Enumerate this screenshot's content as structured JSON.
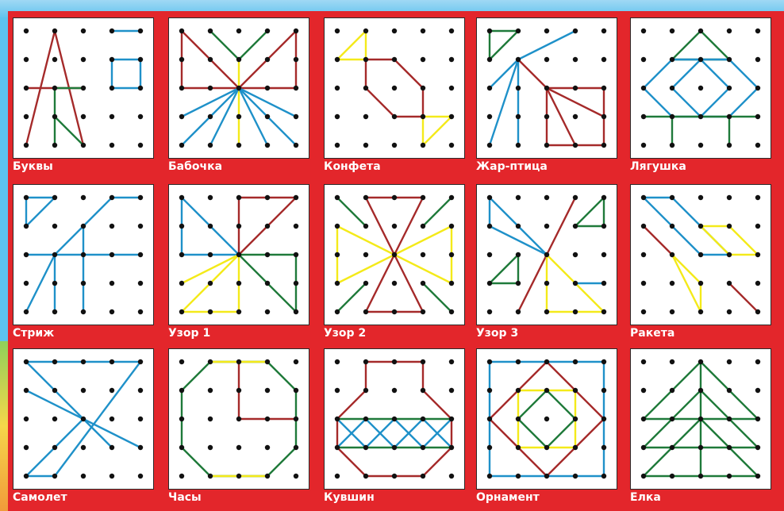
{
  "colors": {
    "red": "#a52a2a",
    "blue": "#1f91c9",
    "green": "#1f7a3a",
    "yellow": "#f4ea1a",
    "dot": "#111111",
    "board": "#ffffff",
    "poster": "#e3262b"
  },
  "cards": [
    {
      "label": "Буквы",
      "icon": "letters-pattern-icon"
    },
    {
      "label": "Бабочка",
      "icon": "butterfly-pattern-icon"
    },
    {
      "label": "Конфета",
      "icon": "candy-pattern-icon"
    },
    {
      "label": "Жар-птица",
      "icon": "firebird-pattern-icon"
    },
    {
      "label": "Лягушка",
      "icon": "frog-pattern-icon"
    },
    {
      "label": "Стриж",
      "icon": "swift-pattern-icon"
    },
    {
      "label": "Узор 1",
      "icon": "pattern-1-icon"
    },
    {
      "label": "Узор 2",
      "icon": "pattern-2-icon"
    },
    {
      "label": "Узор 3",
      "icon": "pattern-3-icon"
    },
    {
      "label": "Ракета",
      "icon": "rocket-pattern-icon"
    },
    {
      "label": "Самолет",
      "icon": "airplane-pattern-icon"
    },
    {
      "label": "Часы",
      "icon": "clock-pattern-icon"
    },
    {
      "label": "Кувшин",
      "icon": "jug-pattern-icon"
    },
    {
      "label": "Орнамент",
      "icon": "ornament-pattern-icon"
    },
    {
      "label": "Елка",
      "icon": "fir-tree-pattern-icon"
    }
  ]
}
